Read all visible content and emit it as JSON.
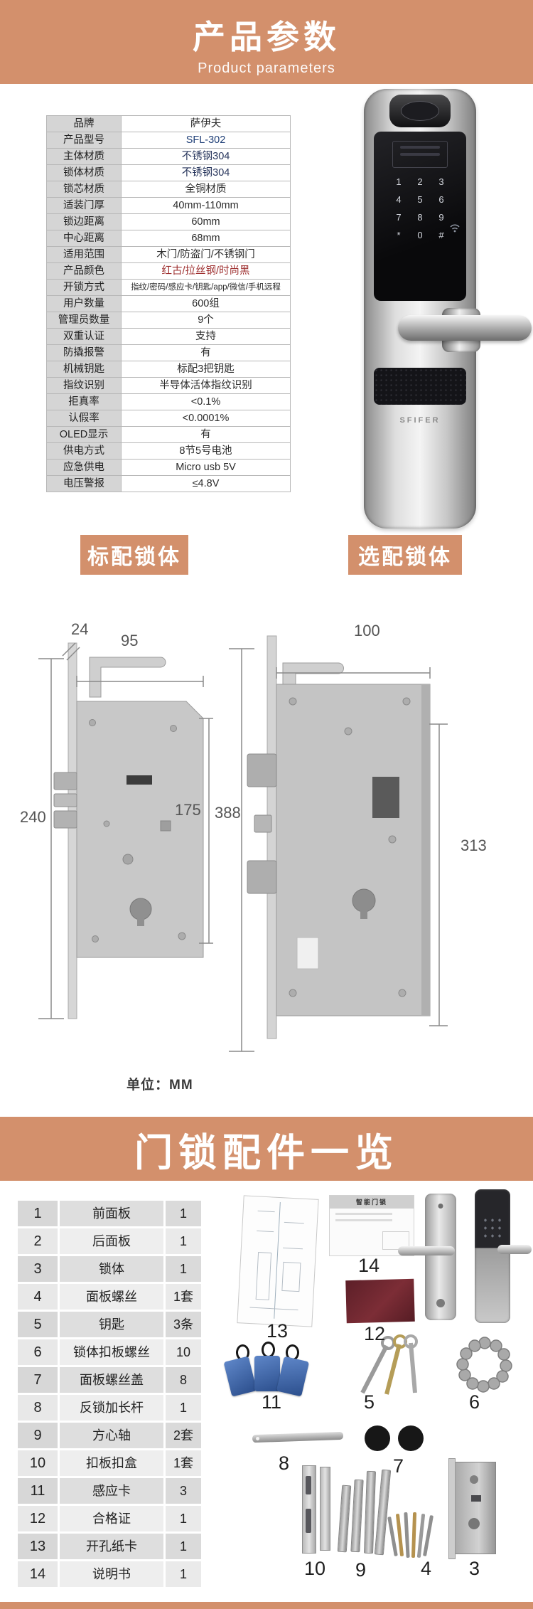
{
  "accent_color": "#d3906c",
  "header": {
    "title": "产品参数",
    "subtitle": "Product parameters"
  },
  "spec": {
    "rows": [
      {
        "label": "品牌",
        "value": "萨伊夫"
      },
      {
        "label": "产品型号",
        "value": "SFL-302"
      },
      {
        "label": "主体材质",
        "value": "不锈钢304"
      },
      {
        "label": "锁体材质",
        "value": "不锈钢304"
      },
      {
        "label": "锁芯材质",
        "value": "全铜材质"
      },
      {
        "label": "适装门厚",
        "value": "40mm-110mm"
      },
      {
        "label": "锁边距离",
        "value": "60mm"
      },
      {
        "label": "中心距离",
        "value": "68mm"
      },
      {
        "label": "适用范围",
        "value": "木门/防盗门/不锈钢门"
      },
      {
        "label": "产品颜色",
        "value": "红古/拉丝钢/时尚黑"
      },
      {
        "label": "开锁方式",
        "value": "指纹/密码/感应卡/钥匙/app/微信/手机远程"
      },
      {
        "label": "用户数量",
        "value": "600组"
      },
      {
        "label": "管理员数量",
        "value": "9个"
      },
      {
        "label": "双重认证",
        "value": "支持"
      },
      {
        "label": "防撬报警",
        "value": "有"
      },
      {
        "label": "机械钥匙",
        "value": "标配3把钥匙"
      },
      {
        "label": "指纹识别",
        "value": "半导体活体指纹识别"
      },
      {
        "label": "拒真率",
        "value": "<0.1%"
      },
      {
        "label": "认假率",
        "value": "<0.0001%"
      },
      {
        "label": "OLED显示",
        "value": "有"
      },
      {
        "label": "供电方式",
        "value": "8节5号电池"
      },
      {
        "label": "应急供电",
        "value": "Micro usb 5V"
      },
      {
        "label": "电压警报",
        "value": "≤4.8V"
      }
    ]
  },
  "lock": {
    "logo": "SFIFER",
    "keypad": [
      "1",
      "2",
      "3",
      "4",
      "5",
      "6",
      "7",
      "8",
      "9",
      "*",
      "0",
      "#"
    ]
  },
  "sections": {
    "standard_lock_label": "标配锁体",
    "optional_lock_label": "选配锁体",
    "unit_label": "单位：MM",
    "accessories_title": "门锁配件一览"
  },
  "drawings": {
    "left": {
      "top_offset": "24",
      "width": "95",
      "face_height": "240",
      "body_height": "175"
    },
    "right": {
      "width": "100",
      "face_height": "388",
      "body_height": "313"
    }
  },
  "accessories": {
    "rows": [
      {
        "no": "1",
        "name": "前面板",
        "qty": "1"
      },
      {
        "no": "2",
        "name": "后面板",
        "qty": "1"
      },
      {
        "no": "3",
        "name": "锁体",
        "qty": "1"
      },
      {
        "no": "4",
        "name": "面板螺丝",
        "qty": "1套"
      },
      {
        "no": "5",
        "name": "钥匙",
        "qty": "3条"
      },
      {
        "no": "6",
        "name": "锁体扣板螺丝",
        "qty": "10"
      },
      {
        "no": "7",
        "name": "面板螺丝盖",
        "qty": "8"
      },
      {
        "no": "8",
        "name": "反锁加长杆",
        "qty": "1"
      },
      {
        "no": "9",
        "name": "方心轴",
        "qty": "2套"
      },
      {
        "no": "10",
        "name": "扣板扣盒",
        "qty": "1套"
      },
      {
        "no": "11",
        "name": "感应卡",
        "qty": "3"
      },
      {
        "no": "12",
        "name": "合格证",
        "qty": "1"
      },
      {
        "no": "13",
        "name": "开孔纸卡",
        "qty": "1"
      },
      {
        "no": "14",
        "name": "说明书",
        "qty": "1"
      }
    ]
  },
  "parts": {
    "manual_title": "智能门锁",
    "labels": {
      "lock_body": "3",
      "screws": "4",
      "keys": "5",
      "screw_ring": "6",
      "caps": "7",
      "extension_bar": "8",
      "spindles": "9",
      "strike_plates": "10",
      "cards": "11",
      "certificate": "12",
      "template": "13",
      "manual": "14"
    }
  }
}
